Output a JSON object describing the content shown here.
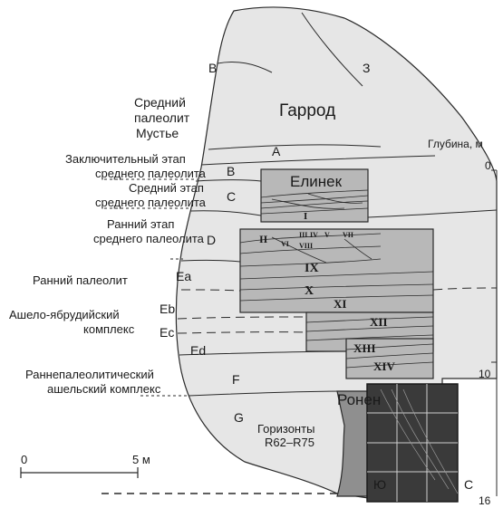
{
  "directions": {
    "west": "В",
    "east": "З",
    "south": "Ю",
    "north": "С"
  },
  "areas": {
    "garrod": "Гаррод",
    "jelinek": "Елинек",
    "ronen": "Ронен"
  },
  "depth": {
    "title": "Глубина, м",
    "ticks": [
      "0",
      "10",
      "16"
    ]
  },
  "scale": {
    "start": "0",
    "end": "5 м"
  },
  "layers": [
    "A",
    "B",
    "C",
    "D",
    "Ea",
    "Eb",
    "Ec",
    "Ed",
    "F",
    "G"
  ],
  "horizons": {
    "line1": "Горизонты",
    "line2": "R62–R75"
  },
  "units": [
    "I",
    "II",
    "III",
    "IV",
    "V",
    "VI",
    "VII",
    "VIII",
    "IX",
    "X",
    "XI",
    "XII",
    "XIII",
    "XIV"
  ],
  "periods": {
    "middle_paleolithic": {
      "line1": "Средний",
      "line2": "палеолит",
      "line3": "Мустье"
    },
    "late_stage": {
      "line1": "Заключительный этап",
      "line2": "среднего палеолита"
    },
    "middle_stage": {
      "line1": "Средний этап",
      "line2": "среднего палеолита"
    },
    "early_stage": {
      "line1": "Ранний этап",
      "line2": "среднего палеолита"
    },
    "lower_paleolithic": {
      "line1": "Ранний палеолит"
    },
    "acheulo_yabrudian": {
      "line1": "Ашело-ябрудийский",
      "line2": "комплекс"
    },
    "early_acheulian": {
      "line1": "Раннепалеолитический",
      "line2": "ашельский комплекс"
    }
  },
  "colors": {
    "fill": "#e6e6e6",
    "excavation": "#b8b8b8",
    "ronen": "#8f8f8f",
    "dark": "#3a3a3a",
    "line": "#2a2a2a"
  }
}
